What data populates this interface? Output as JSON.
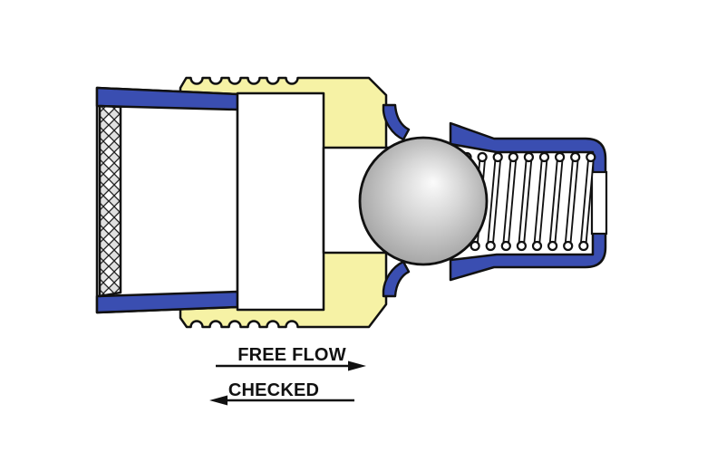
{
  "diagram": {
    "type": "technical-cross-section",
    "subject": "spring-loaded ball check valve",
    "labels": {
      "free_flow": "FREE FLOW",
      "checked": "CHECKED"
    },
    "colors": {
      "blue": "#3a4eb1",
      "yellow": "#f6f2a5",
      "outline": "#111111",
      "hatch_fill": "#e0e0e0",
      "ball_light": "#fbfbfb",
      "ball_dark": "#8a8a8a",
      "background": "#ffffff"
    },
    "spring": {
      "coil_count": 9
    },
    "components": [
      "inlet-tube",
      "filter-screen",
      "valve-body",
      "seat-seal-top",
      "seat-seal-bottom",
      "check-ball",
      "spring",
      "spring-housing",
      "housing-end-plug"
    ]
  }
}
